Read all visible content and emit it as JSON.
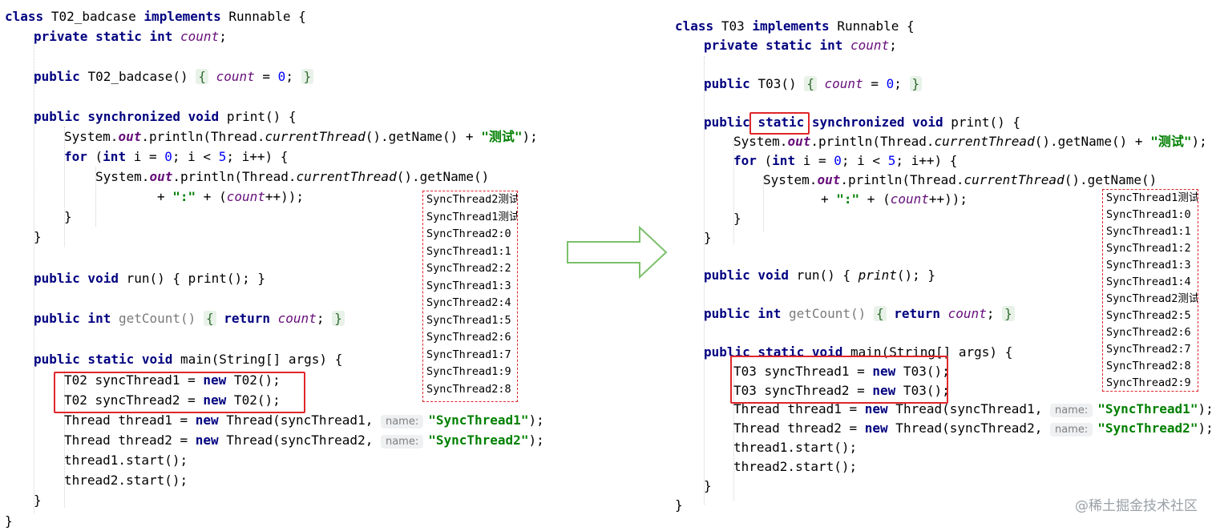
{
  "left": {
    "class_kw": "class",
    "class_name": "T02_badcase",
    "implements_kw": "implements",
    "interface": "Runnable {",
    "decl_kw": "private static int",
    "field": "count",
    "ctor_kw": "public",
    "ctor_name": "T02_badcase()",
    "ctor_open": "{",
    "ctor_assign": "= ",
    "ctor_zero": "0",
    "ctor_close": "}",
    "print_kw": "public synchronized void",
    "print_sig": "print() {",
    "sys1_a": "System.",
    "sys1_out": "out",
    "sys1_b": ".println(Thread.",
    "sys1_ct": "currentThread",
    "sys1_c": "().getName() + ",
    "sys1_str": "\"测试\"",
    "sys1_end": ");",
    "for_kw": "for",
    "for_a": " (",
    "for_int": "int",
    "for_b": " i = ",
    "for_zero": "0",
    "for_c": "; i < ",
    "for_five": "5",
    "for_d": "; i++) {",
    "sys2_a": "System.",
    "sys2_out": "out",
    "sys2_b": ".println(Thread.",
    "sys2_ct": "currentThread",
    "sys2_c": "().getName()",
    "plus_a": "+ ",
    "plus_str": "\":\"",
    "plus_b": " + (",
    "plus_field": "count",
    "plus_c": "++));",
    "close_brace": "}",
    "run_kw": "public void",
    "run_sig": "run() { print(); }",
    "get_kw": "public int",
    "get_name": "getCount()",
    "get_open": "{",
    "get_ret": "return",
    "get_field": "count",
    "get_semi": ";",
    "get_close": "}",
    "main_kw": "public static void",
    "main_sig": "main(String[] args) {",
    "st1_a": "T02 syncThread1 = ",
    "st_new": "new",
    "st1_b": " T02();",
    "st2_a": "T02 syncThread2 = ",
    "st2_b": " T02();",
    "th1_a": "Thread thread1 = ",
    "th1_b": " Thread(syncThread1,",
    "hint_name": "name:",
    "th1_str": "\"SyncThread1\"",
    "th_end": ");",
    "th2_a": "Thread thread2 = ",
    "th2_b": " Thread(syncThread2,",
    "th2_str": "\"SyncThread2\"",
    "start1": "thread1.start();",
    "start2": "thread2.start();",
    "output": [
      "SyncThread2测试",
      "SyncThread1测试",
      "SyncThread2:0",
      "SyncThread1:1",
      "SyncThread2:2",
      "SyncThread1:3",
      "SyncThread2:4",
      "SyncThread1:5",
      "SyncThread2:6",
      "SyncThread1:7",
      "SyncThread1:9",
      "SyncThread2:8"
    ]
  },
  "right": {
    "class_kw": "class",
    "class_name": "T03",
    "implements_kw": "implements",
    "interface": "Runnable {",
    "decl_kw": "private static int",
    "field": "count",
    "ctor_kw": "public",
    "ctor_name": "T03()",
    "ctor_open": "{",
    "ctor_assign": "= ",
    "ctor_zero": "0",
    "ctor_close": "}",
    "print_kw1": "public",
    "print_static": "static",
    "print_kw2": "synchronized void",
    "print_sig": "print() {",
    "sys1_a": "System.",
    "sys1_out": "out",
    "sys1_b": ".println(Thread.",
    "sys1_ct": "currentThread",
    "sys1_c": "().getName() + ",
    "sys1_str": "\"测试\"",
    "sys1_end": ");",
    "for_kw": "for",
    "for_a": " (",
    "for_int": "int",
    "for_b": " i = ",
    "for_zero": "0",
    "for_c": "; i < ",
    "for_five": "5",
    "for_d": "; i++) {",
    "sys2_a": "System.",
    "sys2_out": "out",
    "sys2_b": ".println(Thread.",
    "sys2_ct": "currentThread",
    "sys2_c": "().getName()",
    "plus_a": "+ ",
    "plus_str": "\":\"",
    "plus_b": " + (",
    "plus_field": "count",
    "plus_c": "++));",
    "close_brace": "}",
    "run_kw": "public void",
    "run_a": "run() { ",
    "run_call": "print",
    "run_b": "(); }",
    "get_kw": "public int",
    "get_name": "getCount()",
    "get_open": "{",
    "get_ret": "return",
    "get_field": "count",
    "get_semi": ";",
    "get_close": "}",
    "main_kw": "public static void",
    "main_sig": "main(String[] args) {",
    "st1_a": "T03 syncThread1 = ",
    "st_new": "new",
    "st1_b": " T03();",
    "st2_a": "T03 syncThread2 = ",
    "st2_b": " T03();",
    "th1_a": "Thread thread1 = ",
    "th1_b": " Thread(syncThread1,",
    "hint_name": "name:",
    "th1_str": "\"SyncThread1\"",
    "th_end": ");",
    "th2_a": "Thread thread2 = ",
    "th2_b": " Thread(syncThread2,",
    "th2_str": "\"SyncThread2\"",
    "start1": "thread1.start();",
    "start2": "thread2.start();",
    "output": [
      "SyncThread1测试",
      "SyncThread1:0",
      "SyncThread1:1",
      "SyncThread1:2",
      "SyncThread1:3",
      "SyncThread1:4",
      "SyncThread2测试",
      "SyncThread2:5",
      "SyncThread2:6",
      "SyncThread2:7",
      "SyncThread2:8",
      "SyncThread2:9"
    ]
  },
  "watermark": "@稀土掘金技术社区",
  "colors": {
    "keyword": "#000080",
    "field": "#660e7a",
    "number": "#0000ff",
    "string": "#008000",
    "highlight_box": "#e0262b",
    "arrow": "#7cc06b"
  }
}
